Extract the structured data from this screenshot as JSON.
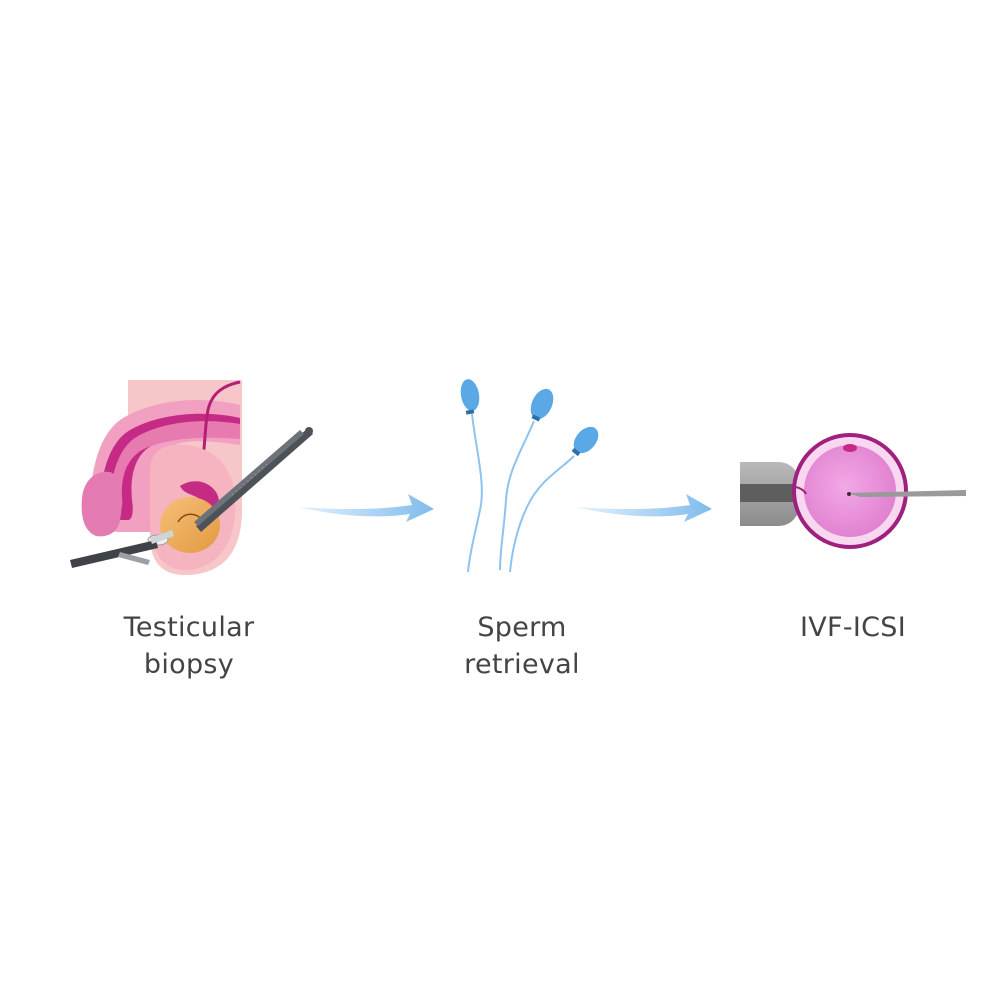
{
  "diagram": {
    "steps": [
      {
        "lines": [
          "Testicular",
          "biopsy"
        ]
      },
      {
        "lines": [
          "Sperm",
          "retrieval"
        ]
      },
      {
        "lines": [
          "IVF-ICSI"
        ]
      }
    ]
  },
  "colors": {
    "arrow": "#8fc3ee",
    "sperm": "#5aa9e6",
    "egg": "#e689d6",
    "egg_border": "#a0207f",
    "tissue_pink": "#f3a8c6",
    "tissue_magenta": "#c52a84",
    "testis": "#f0ad5a",
    "tool": "#555a60"
  }
}
